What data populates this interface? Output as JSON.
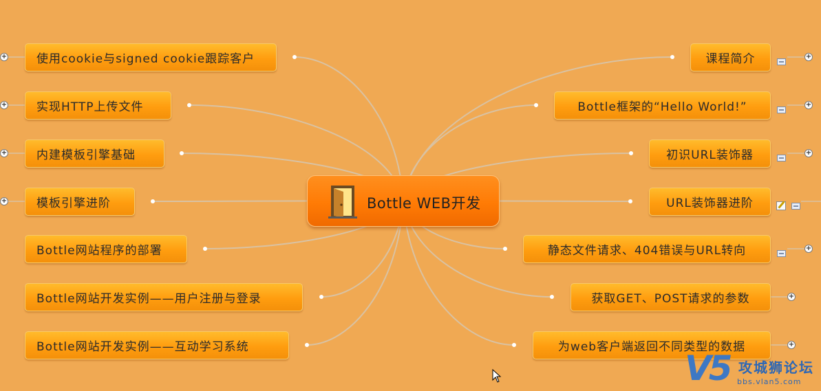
{
  "center": {
    "title": "Bottle WEB开发",
    "icon": "door-icon"
  },
  "left_topics": [
    {
      "label": "使用cookie与signed cookie跟踪客户"
    },
    {
      "label": "实现HTTP上传文件"
    },
    {
      "label": "内建模板引擎基础"
    },
    {
      "label": "模板引擎进阶"
    },
    {
      "label": "Bottle网站程序的部署"
    },
    {
      "label": "Bottle网站开发实例——用户注册与登录"
    },
    {
      "label": "Bottle网站开发实例——互动学习系统"
    }
  ],
  "right_topics": [
    {
      "label": "课程简介"
    },
    {
      "label": "Bottle框架的“Hello World!”"
    },
    {
      "label": "初识URL装饰器"
    },
    {
      "label": "URL装饰器进阶"
    },
    {
      "label": "静态文件请求、404错误与URL转向"
    },
    {
      "label": "获取GET、POST请求的参数"
    },
    {
      "label": "为web客户端返回不同类型的数据"
    }
  ],
  "expand_glyph": "+",
  "watermark": {
    "logo": "V5",
    "title": "攻城狮论坛",
    "url": "bbs.vlan5.com"
  },
  "colors": {
    "background": "#f0a953",
    "topic": "#ff9d0f",
    "center": "#ff7b05",
    "connector": "#d9c2a3"
  }
}
